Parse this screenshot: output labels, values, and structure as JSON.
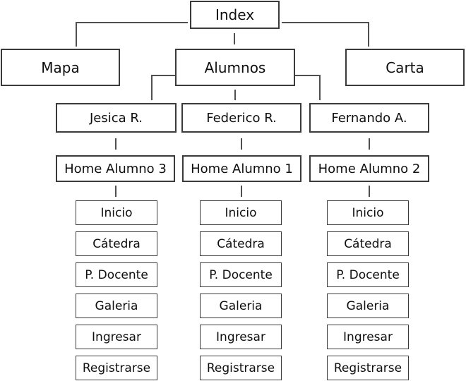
{
  "colors": {
    "background": "#ffffff",
    "box_border": "#3a3a3a",
    "connector": "#4f4f4f",
    "text": "#0f0f0f"
  },
  "diagram": {
    "root": {
      "label": "Index"
    },
    "sections": [
      {
        "label": "Mapa"
      },
      {
        "label": "Alumnos"
      },
      {
        "label": "Carta"
      }
    ],
    "students": [
      {
        "name": "Jesica R.",
        "home": "Home Alumno 3"
      },
      {
        "name": "Federico R.",
        "home": "Home Alumno 1"
      },
      {
        "name": "Fernando A.",
        "home": "Home Alumno 2"
      }
    ],
    "menu_items": [
      "Inicio",
      "Cátedra",
      "P. Docente",
      "Galeria",
      "Ingresar",
      "Registrarse"
    ]
  }
}
